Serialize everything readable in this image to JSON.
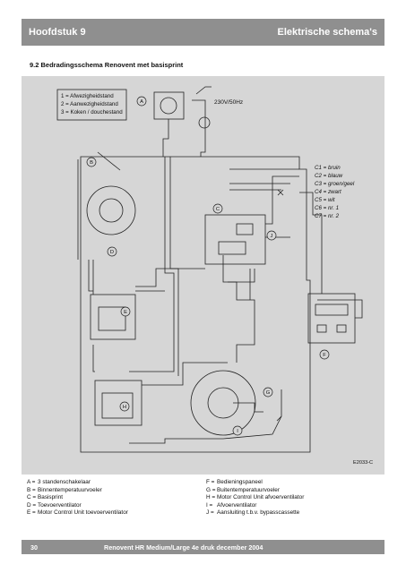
{
  "header": {
    "chapter": "Hoofdstuk 9",
    "section": "Elektrische schema's"
  },
  "section_title": "9.2 Bedradingsschema Renovent met basisprint",
  "diagram": {
    "switch_positions": [
      "1 = Afwezigheidstand",
      "2 = Aanwezigheidstand",
      "3 = Koken / douchestand"
    ],
    "voltage": "230V/50Hz",
    "wire_colors": [
      "C1 = bruin",
      "C2 = blauw",
      "C3 = groen/geel",
      "C4 = zwart",
      "C5 = wit",
      "C6 = nr. 1",
      "C7 = nr. 2"
    ],
    "drawing_code": "E2033-C",
    "markers": {
      "a": "A",
      "b": "B",
      "c": "C",
      "d": "D",
      "e": "E",
      "f": "F",
      "g": "G",
      "h": "H",
      "i": "I",
      "j": "J"
    }
  },
  "legend_left": [
    {
      "key": "A =",
      "text": "3 standenschakelaar"
    },
    {
      "key": "B =",
      "text": "Binnentemperatuurvoeler"
    },
    {
      "key": "C =",
      "text": "Basisprint"
    },
    {
      "key": "D =",
      "text": "Toevoerventilator"
    },
    {
      "key": "E =",
      "text": "Motor Control Unit toevoerventilator"
    }
  ],
  "legend_right": [
    {
      "key": "F =",
      "text": "Bedieningspaneel"
    },
    {
      "key": "G =",
      "text": "Buitentemperatuurvoeler"
    },
    {
      "key": "H =",
      "text": "Motor Control Unit afvoerventilator"
    },
    {
      "key": "I =",
      "text": "Afvoerventilator"
    },
    {
      "key": "J =",
      "text": "Aansluiting t.b.v. bypasscassette"
    }
  ],
  "footer": {
    "page": "30",
    "title": "Renovent HR Medium/Large   4e druk december 2004"
  }
}
